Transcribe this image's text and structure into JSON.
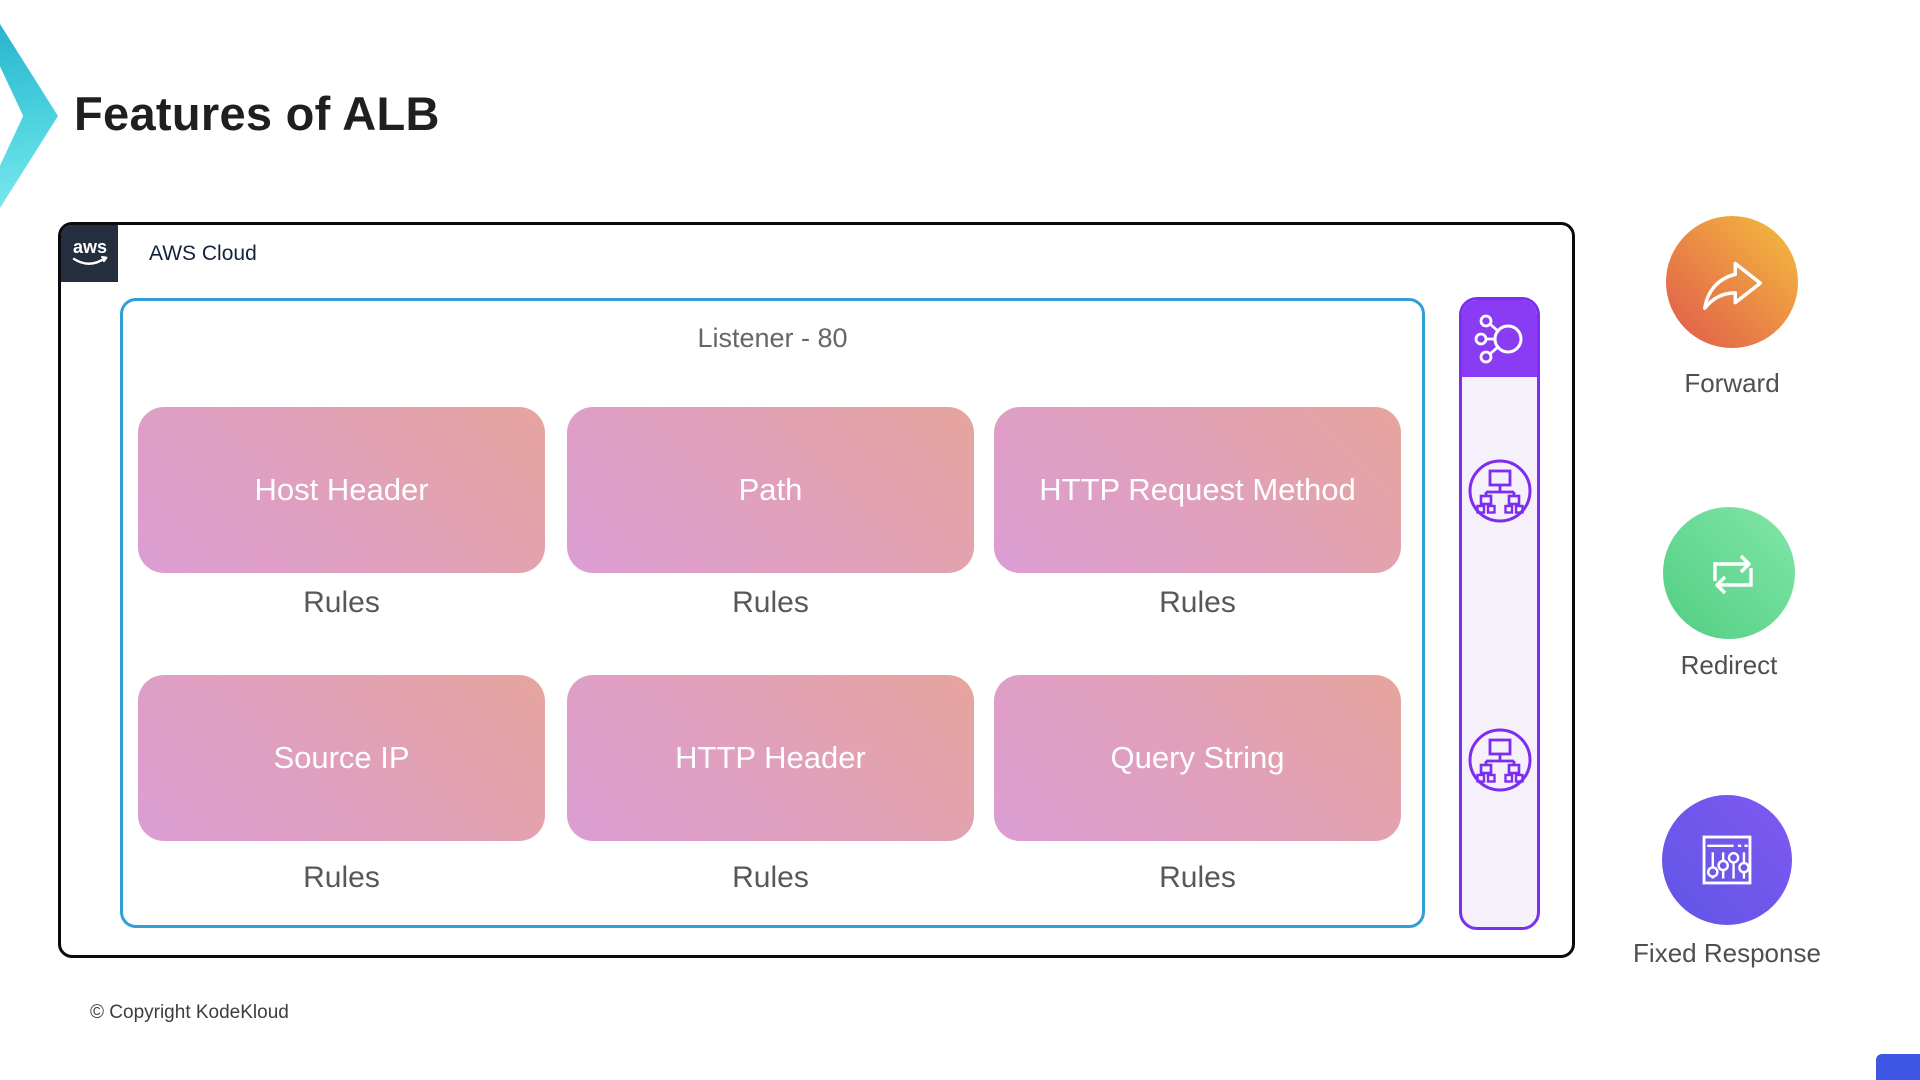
{
  "slide": {
    "title": "Features of ALB",
    "copyright": "© Copyright KodeKloud"
  },
  "aws_cloud": {
    "logo_text": "aws",
    "label": "AWS Cloud"
  },
  "listener": {
    "title": "Listener - 80",
    "rules_label": "Rules",
    "rows": [
      {
        "cards": [
          "Host Header",
          "Path",
          "HTTP Request Method"
        ]
      },
      {
        "cards": [
          "Source IP",
          "HTTP Header",
          "Query String"
        ]
      }
    ]
  },
  "sidebar": {
    "icons": [
      "elastic-load-balancer-icon",
      "target-group-icon",
      "target-group-icon"
    ]
  },
  "actions": [
    {
      "label": "Forward",
      "icon": "forward-arrow-icon"
    },
    {
      "label": "Redirect",
      "icon": "redirect-loop-icon"
    },
    {
      "label": "Fixed Response",
      "icon": "sliders-window-icon"
    }
  ],
  "colors": {
    "accent_teal": "#2ab4cd",
    "listener_border": "#2f9fd7",
    "card_gradient_start": "#dc9dd4",
    "card_gradient_end": "#e6a59d",
    "sidebar_purple": "#8a3cf4",
    "sidebar_border": "#7b2ff0",
    "aws_dark": "#232f3e",
    "forward_gradient": "#e0584c,#f4bf3e",
    "redirect_gradient": "#51ce83,#82e6a8",
    "fixed_response_gradient": "#6156e5,#7e58f2",
    "corner_blue": "#3e56e4"
  }
}
